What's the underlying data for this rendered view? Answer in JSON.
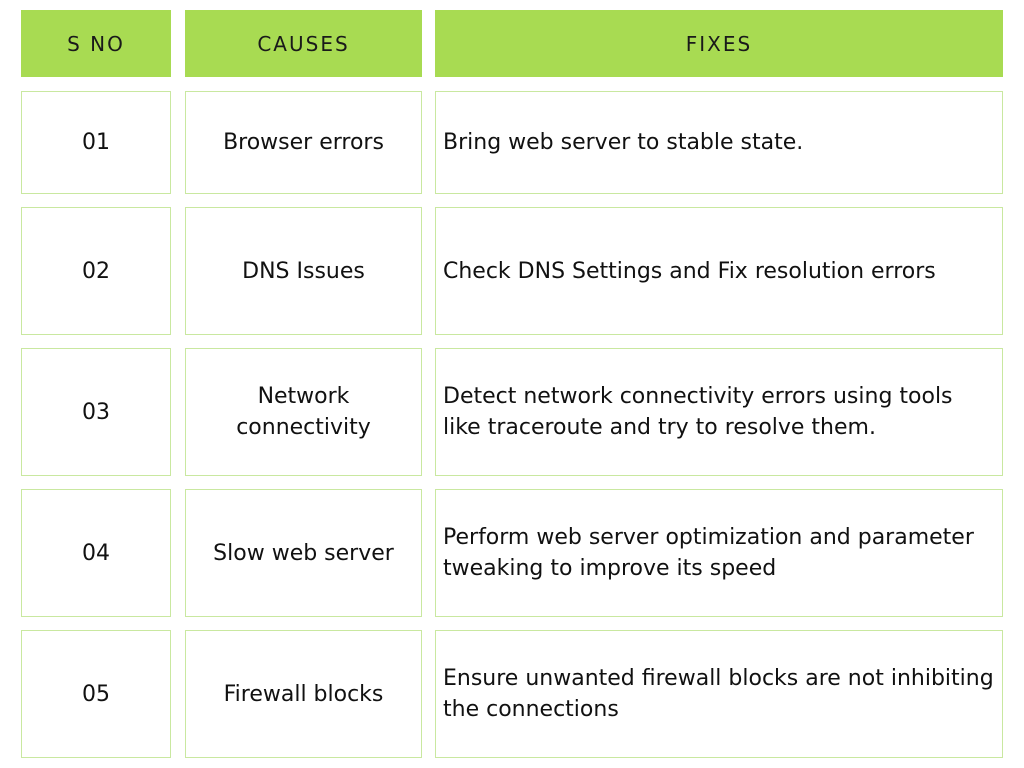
{
  "header": {
    "sno": "S NO",
    "causes": "CAUSES",
    "fixes": "FIXES"
  },
  "rows": [
    {
      "sno": "01",
      "cause": "Browser errors",
      "fix": "Bring web server to stable state."
    },
    {
      "sno": "02",
      "cause": "DNS Issues",
      "fix": "Check DNS Settings and Fix resolution errors"
    },
    {
      "sno": "03",
      "cause": "Network connectivity",
      "fix": "Detect network connectivity errors using tools like traceroute and try to resolve them."
    },
    {
      "sno": "04",
      "cause": "Slow web server",
      "fix": "Perform web server optimization and parameter tweaking to improve its speed"
    },
    {
      "sno": "05",
      "cause": "Firewall blocks",
      "fix": "Ensure unwanted firewall blocks are not inhibiting the connections"
    }
  ],
  "colors": {
    "header_bg": "#a8db52",
    "cell_border": "#c9e8a0",
    "text": "#111111"
  }
}
